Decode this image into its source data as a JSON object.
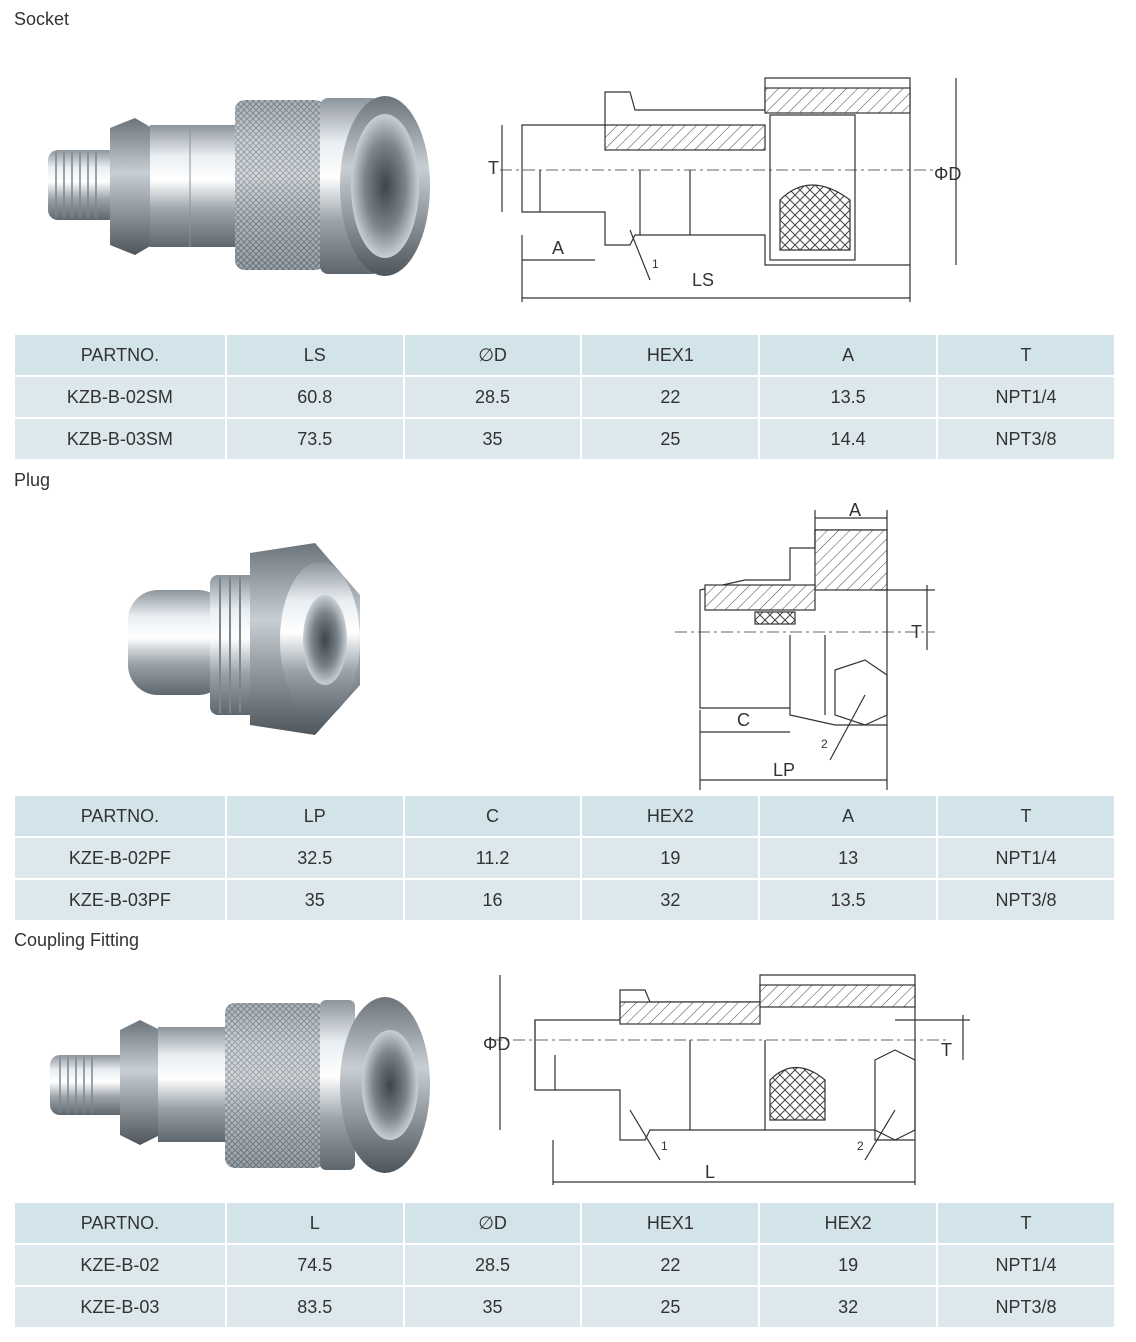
{
  "sections": [
    {
      "title": "Socket",
      "photo_icon": "socket-coupler-photo",
      "drawing_icon": "socket-cross-section-drawing",
      "drawing_labels": {
        "t": "T",
        "a": "A",
        "ls": "LS",
        "d": "ΦD",
        "hex": "1"
      },
      "table": {
        "headers": [
          "PARTNO.",
          "LS",
          "∅D",
          "HEX1",
          "A",
          "T"
        ],
        "rows": [
          [
            "KZB-B-02SM",
            "60.8",
            "28.5",
            "22",
            "13.5",
            "NPT1/4"
          ],
          [
            "KZB-B-03SM",
            "73.5",
            "35",
            "25",
            "14.4",
            "NPT3/8"
          ]
        ]
      }
    },
    {
      "title": "Plug",
      "photo_icon": "plug-photo",
      "drawing_icon": "plug-cross-section-drawing",
      "drawing_labels": {
        "a": "A",
        "t": "T",
        "c": "C",
        "lp": "LP",
        "hex": "2"
      },
      "table": {
        "headers": [
          "PARTNO.",
          "LP",
          "C",
          "HEX2",
          "A",
          "T"
        ],
        "rows": [
          [
            "KZE-B-02PF",
            "32.5",
            "11.2",
            "19",
            "13",
            "NPT1/4"
          ],
          [
            "KZE-B-03PF",
            "35",
            "16",
            "32",
            "13.5",
            "NPT3/8"
          ]
        ]
      }
    },
    {
      "title": "Coupling Fitting",
      "photo_icon": "coupling-fitting-photo",
      "drawing_icon": "coupling-cross-section-drawing",
      "drawing_labels": {
        "d": "ΦD",
        "t": "T",
        "l": "L",
        "hex1": "1",
        "hex2": "2"
      },
      "table": {
        "headers": [
          "PARTNO.",
          "L",
          "∅D",
          "HEX1",
          "HEX2",
          "T"
        ],
        "rows": [
          [
            "KZE-B-02",
            "74.5",
            "28.5",
            "22",
            "19",
            "NPT1/4"
          ],
          [
            "KZE-B-03",
            "83.5",
            "35",
            "25",
            "32",
            "NPT3/8"
          ]
        ]
      }
    }
  ]
}
